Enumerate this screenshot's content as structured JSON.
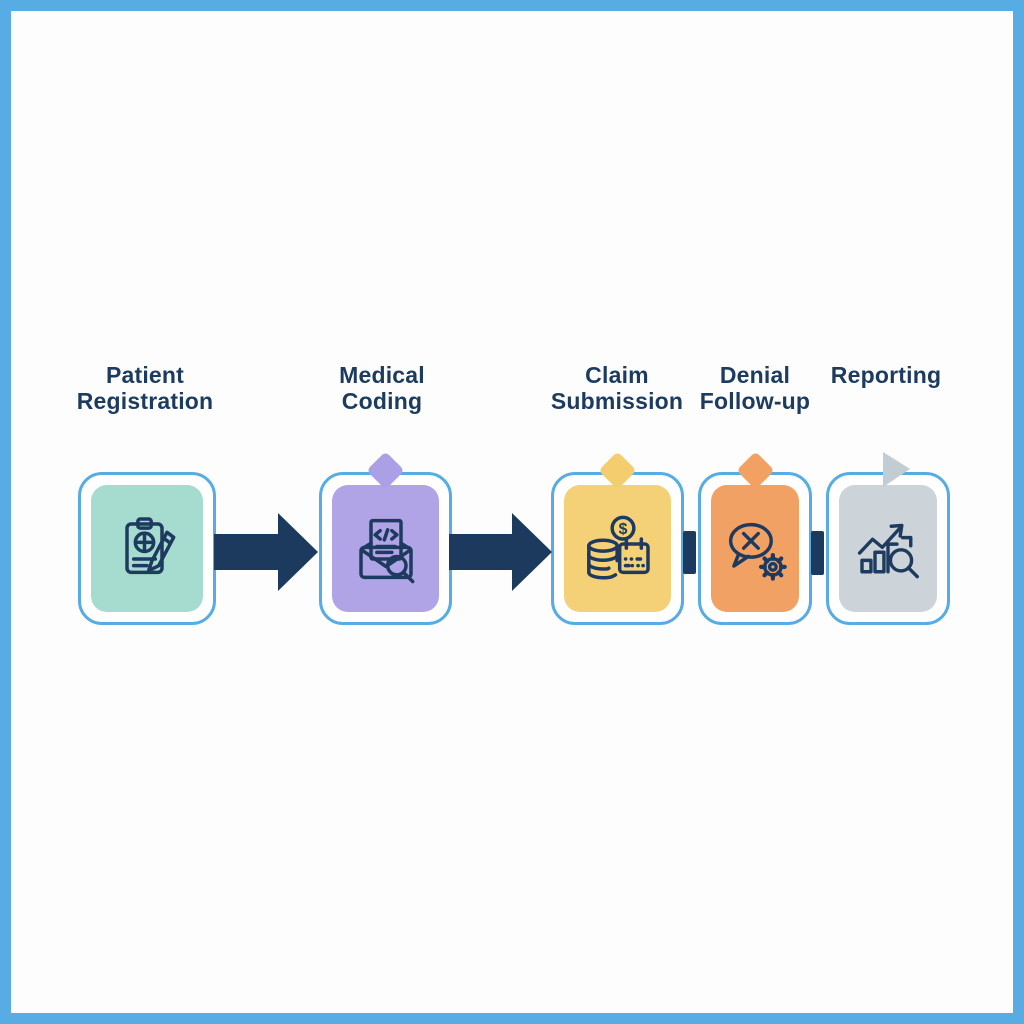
{
  "diagram": {
    "background": "#fdfdfd",
    "frame_border_color": "#57ade3",
    "label_color": "#1d3b5e",
    "box_border_color": "#57ade3",
    "box_background": "#ffffff",
    "icon_stroke_color": "#1e3a5f",
    "connector_color": "#1b3a5d",
    "stages": [
      {
        "label_line1": "Patient",
        "label_line2": "Registration",
        "icon": "clipboard-medical-pencil-icon",
        "tile_color": "#a6dcd0",
        "marker": "none"
      },
      {
        "label_line1": "Medical",
        "label_line2": "Coding",
        "icon": "envelope-code-magnifier-icon",
        "tile_color": "#b0a4e7",
        "marker": "diamond",
        "marker_color": "#ab9fe6"
      },
      {
        "label_line1": "Claim",
        "label_line2": "Submission",
        "icon": "coins-dollar-calendar-icon",
        "icon_text": "$",
        "tile_color": "#f4d077",
        "marker": "diamond",
        "marker_color": "#f3cd6e"
      },
      {
        "label_line1": "Denial",
        "label_line2": "Follow-up",
        "icon": "chat-x-gear-icon",
        "tile_color": "#f2a165",
        "marker": "diamond",
        "marker_color": "#f3a163"
      },
      {
        "label_line1": "Reporting",
        "icon": "chart-magnifier-icon",
        "tile_color": "#ccd4d9",
        "marker": "triangle",
        "marker_color": "#c2ccd3"
      }
    ],
    "connectors": [
      {
        "between": "stage-1-2",
        "type": "block-arrow"
      },
      {
        "between": "stage-2-3",
        "type": "block-arrow"
      },
      {
        "between": "stage-3-4",
        "type": "bar"
      },
      {
        "between": "stage-4-5",
        "type": "bar"
      }
    ]
  }
}
